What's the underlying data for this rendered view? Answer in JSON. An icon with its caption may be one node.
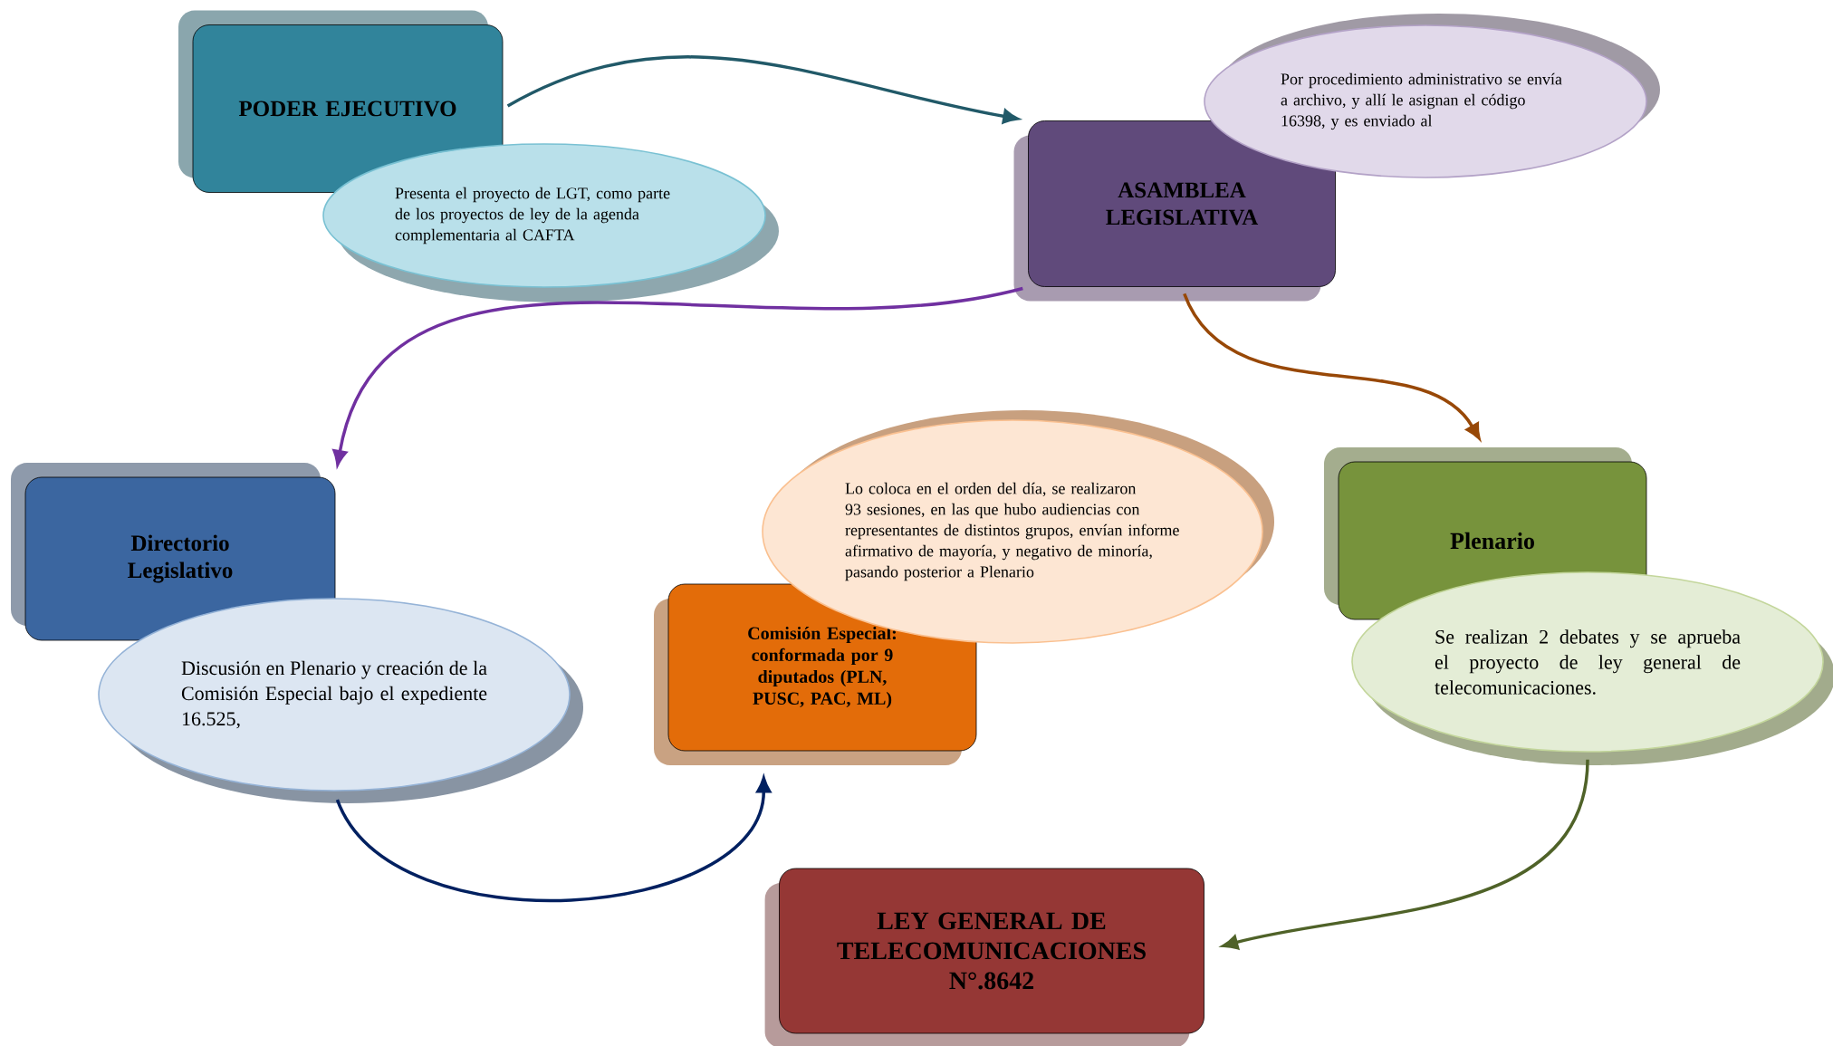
{
  "diagram": {
    "nodes": [
      {
        "text": [
          "PODER EJECUTIVO"
        ]
      },
      {
        "text": [
          "Presenta el proyecto de LGT, como parte de los proyectos de ley de la agenda complementaria al CAFTA"
        ]
      },
      {
        "text": [
          "ASAMBLEA LEGISLATIVA"
        ]
      },
      {
        "text": [
          "Por procedimiento administrativo se envía a archivo, y allí le asignan el código 16398, y es enviado al"
        ]
      },
      {
        "text": [
          "Directorio Legislativo"
        ]
      },
      {
        "text": [
          "Discusión en Plenario y creación de la Comisión Especial bajo el expediente 16.525,"
        ]
      },
      {
        "text": [
          "Comisión Especial: conformada por 9 diputados (PLN, PUSC, PAC, ML)"
        ]
      },
      {
        "text": [
          "Lo coloca en el orden del día, se realizaron 93 sesiones, en las que hubo audiencias con representantes de distintos grupos, envían informe afirmativo de mayoría, y negativo de minoría, pasando posterior a Plenario"
        ]
      },
      {
        "text": [
          "Plenario"
        ]
      },
      {
        "text": [
          "Se realizan 2 debates y se aprueba el proyecto de ley general de telecomunicaciones."
        ]
      },
      {
        "text": [
          "LEY GENERAL DE TELECOMUNICACIONES N°.8642"
        ]
      }
    ],
    "edges": [
      {
        "from": 0,
        "to": 2,
        "arrow": "to",
        "color": "#215968"
      },
      {
        "from": 2,
        "to": 4,
        "arrow": "to",
        "color": "#7030a0"
      },
      {
        "from": 2,
        "to": 8,
        "arrow": "to",
        "color": "#984807"
      },
      {
        "from": 5,
        "to": 6,
        "arrow": "to",
        "color": "#002060"
      },
      {
        "from": 9,
        "to": 10,
        "arrow": "to",
        "color": "#4f6228"
      }
    ]
  }
}
